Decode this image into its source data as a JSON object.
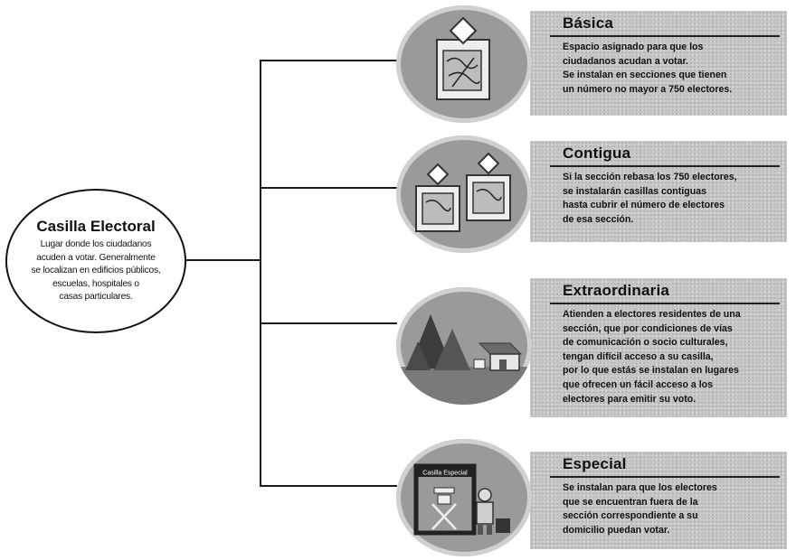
{
  "root": {
    "title": "Casilla Electoral",
    "description_lines": [
      "Lugar donde los ciudadanos",
      "acuden a votar. Generalmente",
      "se localizan en edificios públicos,",
      "escuelas, hospitales o",
      "casas particulares."
    ]
  },
  "branches": [
    {
      "title": "Básica",
      "icon": "ballot-box-icon",
      "lines": [
        "Espacio asignado para que los",
        "ciudadanos acudan a votar.",
        "Se instalan en secciones que tienen",
        "un número no mayor a 750 electores."
      ]
    },
    {
      "title": "Contigua",
      "icon": "two-ballot-boxes-icon",
      "lines": [
        "Si la sección rebasa los 750 electores,",
        "se instalarán casillas contiguas",
        "hasta cubrir el número de electores",
        "de esa sección."
      ]
    },
    {
      "title": "Extraordinaria",
      "icon": "rural-landscape-icon",
      "lines": [
        "Atienden a electores residentes de una",
        "sección, que por condiciones de vías",
        "de comunicación o socio culturales,",
        "tengan difícil acceso a su casilla,",
        "por lo que estás se instalan en lugares",
        "que ofrecen un fácil acceso a los",
        "electores para emitir su voto."
      ]
    },
    {
      "title": "Especial",
      "icon": "special-booth-icon",
      "sign": "Casilla Especial",
      "lines": [
        "Se instalan para que los electores",
        "que se encuentran fuera de la",
        "sección correspondiente a su",
        "domicilio puedan votar."
      ]
    }
  ]
}
